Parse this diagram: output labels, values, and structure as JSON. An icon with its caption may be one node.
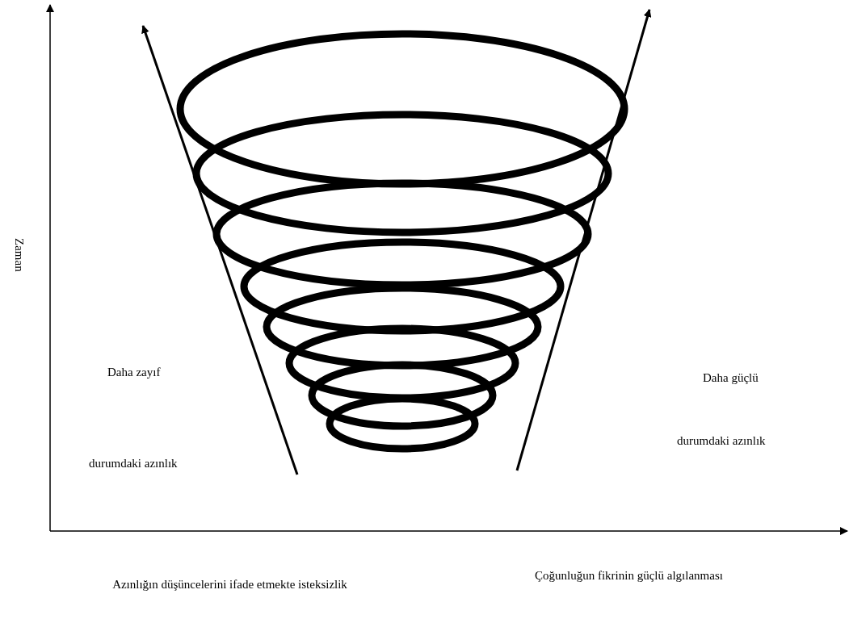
{
  "diagram": {
    "labels": [
      "Zaman",
      "Daha zayıf",
      "durumdaki azınlık",
      "Daha güçlü",
      "durumdaki azınlık",
      "Azınlığın düşüncelerini ifade etmekte isteksizlik",
      "Çoğunluğun fikrinin güçlü algılanması"
    ]
  }
}
